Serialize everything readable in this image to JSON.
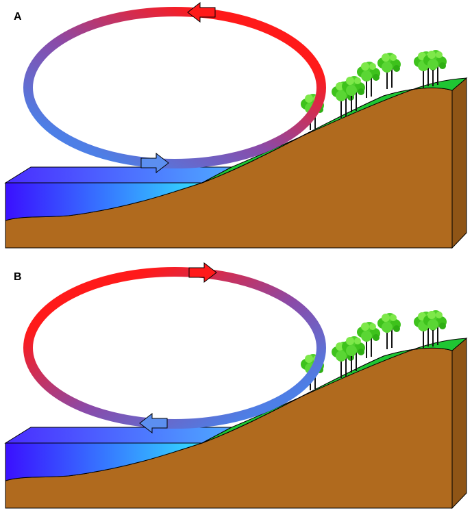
{
  "panels": [
    {
      "label": "A",
      "loop": {
        "top_color": "#ff1a1a",
        "bottom_color": "#4d7fe6",
        "land_side_color": "#ff1a1a",
        "sea_side_color": "#4d7fe6"
      },
      "top_arrow_direction": "left",
      "bottom_arrow_direction": "right"
    },
    {
      "label": "B",
      "loop": {
        "top_color": "#ff1a1a",
        "bottom_color": "#4d7fe6",
        "land_side_color": "#4d7fe6",
        "sea_side_color": "#ff1a1a"
      },
      "top_arrow_direction": "right",
      "bottom_arrow_direction": "left"
    }
  ],
  "colors": {
    "ground": "#b06a1e",
    "ground_dark": "#8f5516",
    "grass": "#1fc633",
    "water_deep": "#3a10ff",
    "water_shallow": "#33ddff",
    "tree_leaf": "#3ec21c",
    "tree_leaf_light": "#7ee84a",
    "trunk": "#111111"
  }
}
